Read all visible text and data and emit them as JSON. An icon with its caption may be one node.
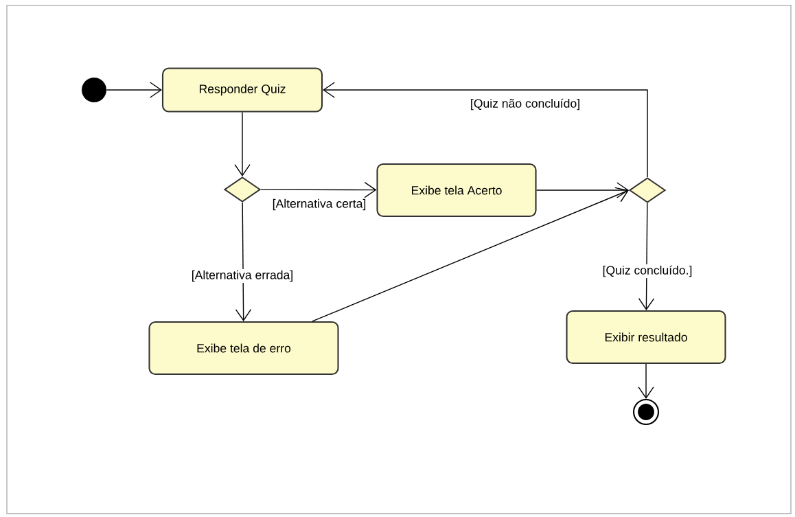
{
  "diagram": {
    "nodes": [
      {
        "text": [],
        "shape": "circle"
      },
      {
        "text": [
          "Responder Quiz"
        ]
      },
      {
        "text": [],
        "shape": "diamond"
      },
      {
        "text": [
          "Exibe tela Acerto"
        ]
      },
      {
        "text": [
          "Exibe tela de erro"
        ]
      },
      {
        "text": [],
        "shape": "diamond"
      },
      {
        "text": [
          "Exibir resultado"
        ]
      },
      {
        "text": [],
        "shape": "circle"
      }
    ],
    "edges": [
      {
        "from": 0,
        "to": 1,
        "arrow": "to"
      },
      {
        "from": 1,
        "to": 2,
        "arrow": "to"
      },
      {
        "from": 2,
        "to": 3,
        "arrow": "to",
        "label": "[Alternativa certa]"
      },
      {
        "from": 2,
        "to": 4,
        "arrow": "to",
        "label": "[Alternativa errada]"
      },
      {
        "from": 3,
        "to": 5,
        "arrow": "to"
      },
      {
        "from": 4,
        "to": 5,
        "arrow": "to"
      },
      {
        "from": 5,
        "to": 1,
        "arrow": "to",
        "label": "[Quiz não concluído]"
      },
      {
        "from": 5,
        "to": 6,
        "arrow": "to",
        "label": "[Quiz concluído.]"
      },
      {
        "from": 6,
        "to": 7,
        "arrow": "to"
      }
    ]
  }
}
